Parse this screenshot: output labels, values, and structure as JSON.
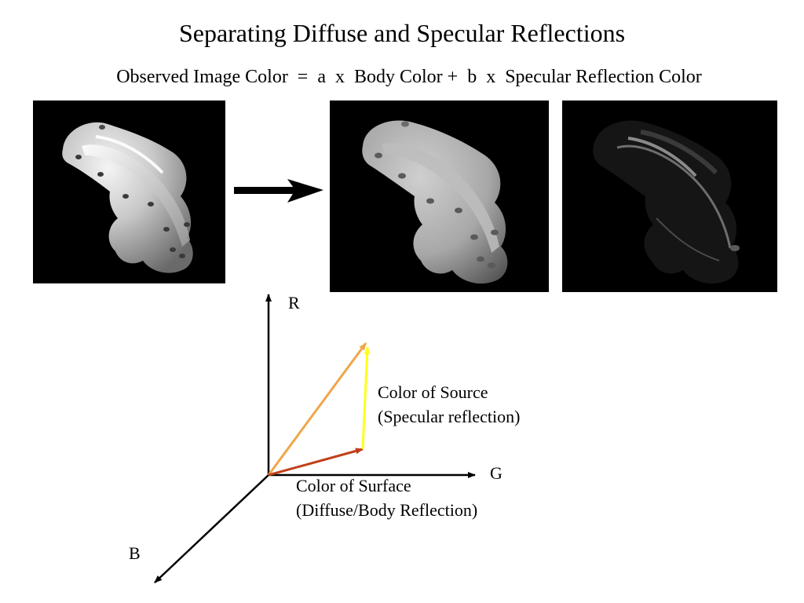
{
  "slide": {
    "title": "Separating Diffuse and Specular Reflections",
    "equation": "Observed Image Color  =  a  x  Body Color +  b  x  Specular Reflection Color"
  },
  "diagram": {
    "axes": {
      "r_label": "R",
      "g_label": "G",
      "b_label": "B"
    },
    "source_note": {
      "line1": "Color of Source",
      "line2": "(Specular reflection)"
    },
    "surface_note": {
      "line1": "Color of Surface",
      "line2": "(Diffuse/Body Reflection)"
    },
    "colors": {
      "axis": "#000000",
      "surface_vector": "#c0401a",
      "source_vector": "#ffff1a",
      "observed_vector": "#f0a64a"
    }
  },
  "images": {
    "original": "original-image",
    "diffuse": "diffuse-component-image",
    "specular": "specular-component-image"
  }
}
